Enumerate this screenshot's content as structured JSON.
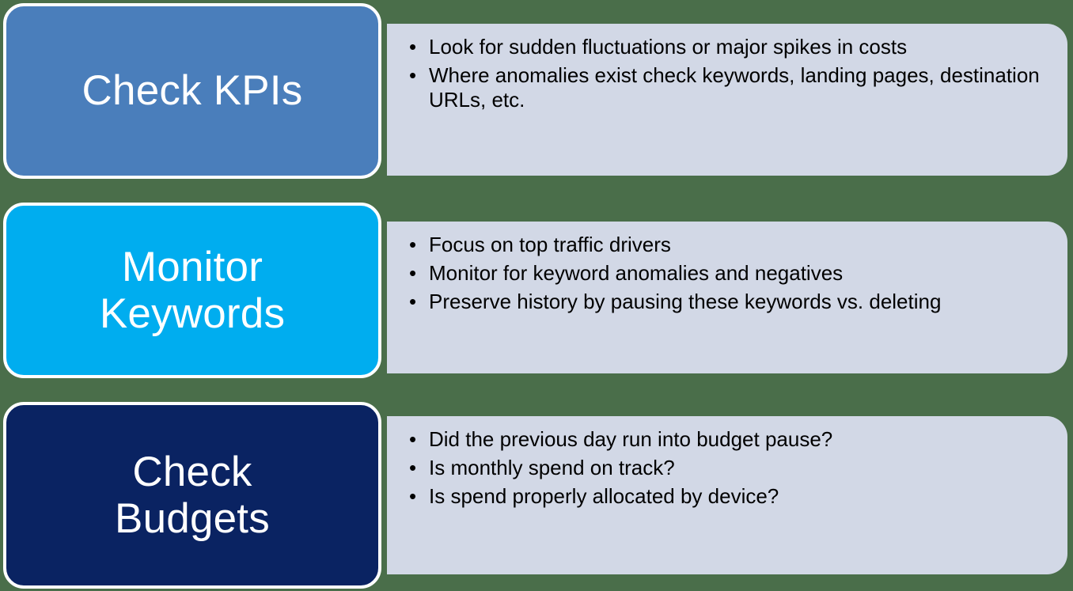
{
  "diagram": {
    "title_present": false,
    "background_color": "#4a6e4a",
    "panel_color": "#d2d8e6",
    "bullet_glyph": "•",
    "rows": [
      {
        "label": "Check KPIs",
        "box_color": "#4a7ebb",
        "text_color": "#ffffff",
        "bullets": [
          "Look for sudden fluctuations or major spikes in costs",
          "Where anomalies exist check keywords, landing pages, destination URLs, etc."
        ]
      },
      {
        "label": "Monitor\nKeywords",
        "box_color": "#00adef",
        "text_color": "#ffffff",
        "bullets": [
          "Focus on top traffic drivers",
          "Monitor for keyword anomalies and negatives",
          "Preserve history by pausing these keywords vs. deleting"
        ]
      },
      {
        "label": "Check\nBudgets",
        "box_color": "#0a2362",
        "text_color": "#ffffff",
        "bullets": [
          "Did the previous day run into budget pause?",
          "Is monthly spend on track?",
          "Is spend properly allocated by device?"
        ]
      }
    ]
  }
}
